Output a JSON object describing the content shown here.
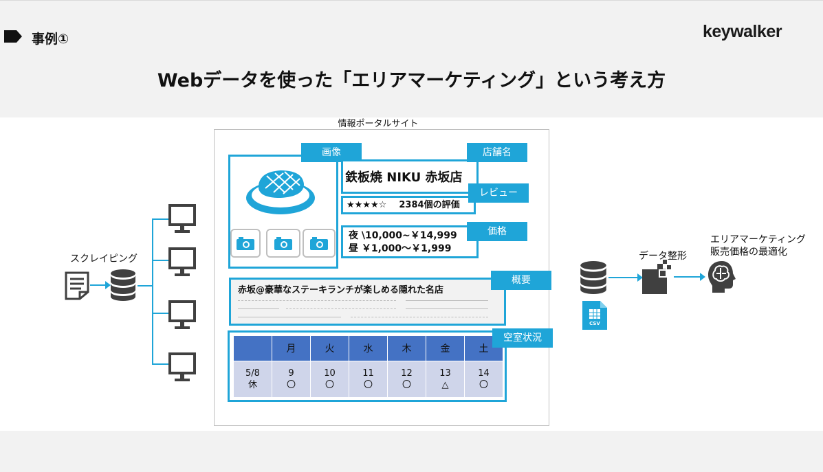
{
  "header": {
    "section_title": "事例①",
    "logo": "keywalker",
    "main_title": "Webデータを使った「エリアマーケティング」という考え方"
  },
  "portal": {
    "label": "情報ポータルサイト",
    "tags": {
      "image": "画像",
      "shop": "店舗名",
      "review": "レビュー",
      "price": "価格",
      "summary": "概要",
      "vacancy": "空室状況"
    },
    "shop_name": "鉄板焼 NIKU 赤坂店",
    "rating_stars": "★★★★☆",
    "review_count": "2384個の評価",
    "price_night": "夜 \\10,000~￥14,999",
    "price_day": "昼 ￥1,000～￥1,999",
    "summary_text": "赤坂@豪華なステーキランチが楽しめる隠れた名店",
    "calendar": {
      "headers": [
        "",
        "月",
        "火",
        "水",
        "木",
        "金",
        "土"
      ],
      "row": [
        {
          "top": "5/8",
          "bottom": "休"
        },
        {
          "top": "9",
          "bottom": "〇"
        },
        {
          "top": "10",
          "bottom": "〇"
        },
        {
          "top": "11",
          "bottom": "〇"
        },
        {
          "top": "12",
          "bottom": "〇"
        },
        {
          "top": "13",
          "bottom": "△"
        },
        {
          "top": "14",
          "bottom": "〇"
        }
      ]
    }
  },
  "flow": {
    "scraping_label": "スクレイピング",
    "shaping_label": "データ整形",
    "result_line1": "エリアマーケティング",
    "result_line2": "販売価格の最適化",
    "csv_label": "CSV"
  },
  "colors": {
    "accent": "#1fa5d8",
    "table_header": "#4472c4",
    "table_cell": "#cfd5ea",
    "icon_dark": "#404040"
  }
}
